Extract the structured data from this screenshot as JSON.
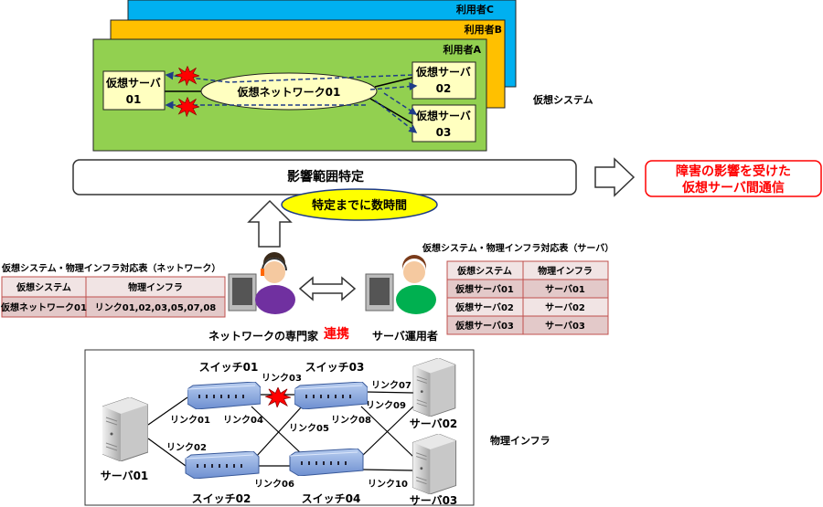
{
  "virtual": {
    "label": "仮想システム",
    "users": [
      "利用者C",
      "利用者B",
      "利用者A"
    ],
    "colors": {
      "userC": "#00b0f0",
      "userB": "#ffc000",
      "userA": "#92d050"
    },
    "server01": [
      "仮想サーバ",
      "01"
    ],
    "server02": [
      "仮想サーバ",
      "02"
    ],
    "server03": [
      "仮想サーバ",
      "03"
    ],
    "network": "仮想ネットワーク01"
  },
  "impact": {
    "title": "影響範囲特定",
    "time_note": "特定までに数時間",
    "result": [
      "障害の影響を受けた",
      "仮想サーバ間通信"
    ],
    "result_color": "#ff0000"
  },
  "network_table": {
    "title": "仮想システム・物理インフラ対応表（ネットワーク）",
    "headers": [
      "仮想システム",
      "物理インフラ"
    ],
    "rows": [
      [
        "仮想ネットワーク01",
        "リンク01,02,03,05,07,08"
      ]
    ]
  },
  "server_table": {
    "title": "仮想システム・物理インフラ対応表（サーバ）",
    "headers": [
      "仮想システム",
      "物理インフラ"
    ],
    "rows": [
      [
        "仮想サーバ01",
        "サーバ01"
      ],
      [
        "仮想サーバ02",
        "サーバ02"
      ],
      [
        "仮想サーバ03",
        "サーバ03"
      ]
    ]
  },
  "people": {
    "network_expert": "ネットワークの専門家",
    "server_operator": "サーバ運用者",
    "cooperation": "連携"
  },
  "physical": {
    "label": "物理インフラ",
    "switches": [
      "スイッチ01",
      "スイッチ02",
      "スイッチ03",
      "スイッチ04"
    ],
    "servers": [
      "サーバ01",
      "サーバ02",
      "サーバ03"
    ],
    "links": [
      "リンク01",
      "リンク02",
      "リンク03",
      "リンク04",
      "リンク05",
      "リンク06",
      "リンク07",
      "リンク08",
      "リンク09",
      "リンク10"
    ]
  },
  "icons": [
    "explosion-icon",
    "switch-icon",
    "server-tower-icon",
    "person-headset-icon",
    "person-icon",
    "arrow-right-icon",
    "arrow-up-icon",
    "double-arrow-icon"
  ]
}
